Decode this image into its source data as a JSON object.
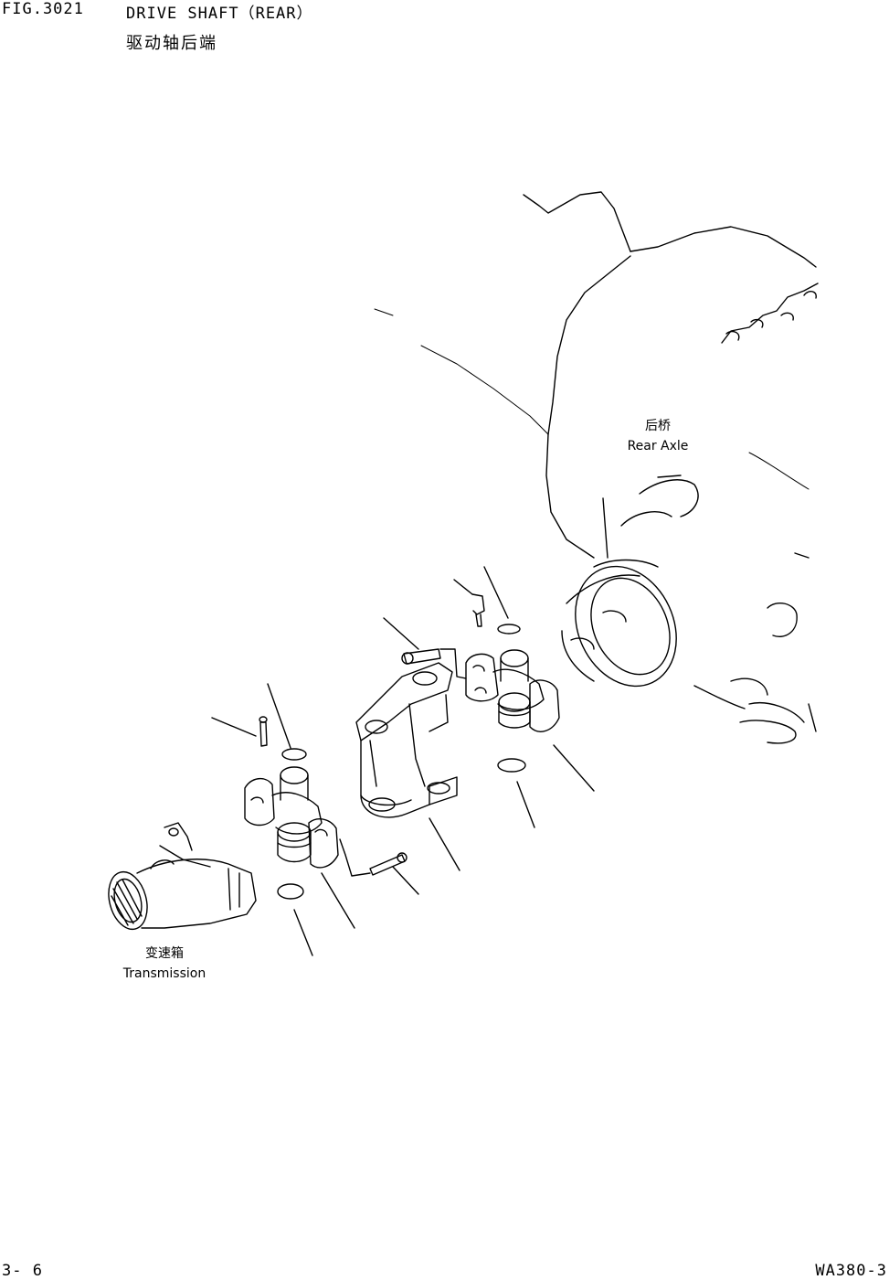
{
  "header": {
    "figure_number": "FIG.3021",
    "title": "DRIVE SHAFT（REAR）",
    "title_cn": "驱动轴后端"
  },
  "labels": {
    "rear_axle_cn": "后桥",
    "rear_axle": "Rear Axle",
    "transmission_cn": "变速箱",
    "transmission": "Transmission"
  },
  "footer": {
    "page": "3- 6",
    "model": "WA380-3"
  }
}
